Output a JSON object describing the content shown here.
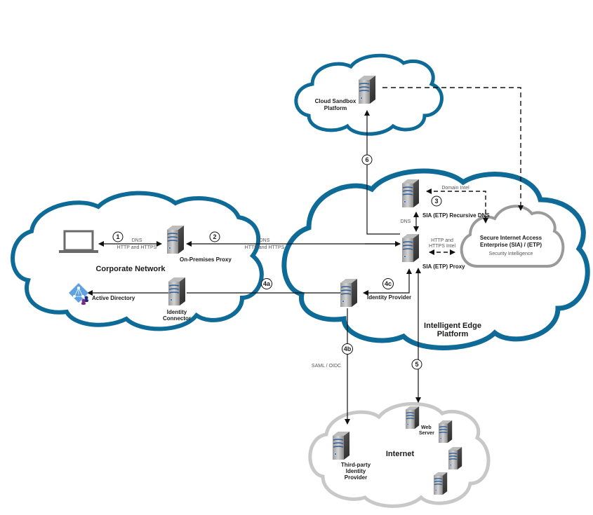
{
  "colors": {
    "primary_cloud": "#0e6a96",
    "secondary_cloud": "#c8c8c8",
    "sia_cloud": "#9a9a9a",
    "arrow": "#111111",
    "server_stripe": "#2d5f9a"
  },
  "clouds": {
    "corporate": "Corporate Network",
    "edge_line1": "Intelligent Edge",
    "edge_line2": "Platform",
    "sandbox_line1": "Cloud Sandbox",
    "sandbox_line2": "Platform",
    "internet": "Internet",
    "sia_line1": "Secure Internet Access",
    "sia_line2": "Enterprise (SIA) / (ETP)",
    "sia_sub": "Security Intelligence"
  },
  "nodes": {
    "on_prem_proxy": "On-Premises Proxy",
    "active_directory": "Active Directory",
    "identity_connector_line1": "Identity",
    "identity_connector_line2": "Connector",
    "recursive_dns": "SIA (ETP) Recursive DNS",
    "sia_proxy": "SIA (ETP) Proxy",
    "identity_provider": "Identity Provider",
    "third_party_line1": "Third-party",
    "third_party_line2": "Identity",
    "third_party_line3": "Provider",
    "web_server_line1": "Web",
    "web_server_line2": "Server"
  },
  "edge_labels": {
    "dns_1": "DNS",
    "https_1": "HTTP and HTTPS",
    "dns_2": "DNS",
    "https_2": "HTTP and HTTPS",
    "domain_intel": "Domain Intel",
    "dns_internal": "DNS",
    "https_intel_line1": "HTTP and",
    "https_intel_line2": "HTTPS Intel",
    "saml_oidc": "SAML / OIDC"
  },
  "steps": [
    "1",
    "2",
    "3",
    "4a",
    "4b",
    "4c",
    "5",
    "6"
  ]
}
